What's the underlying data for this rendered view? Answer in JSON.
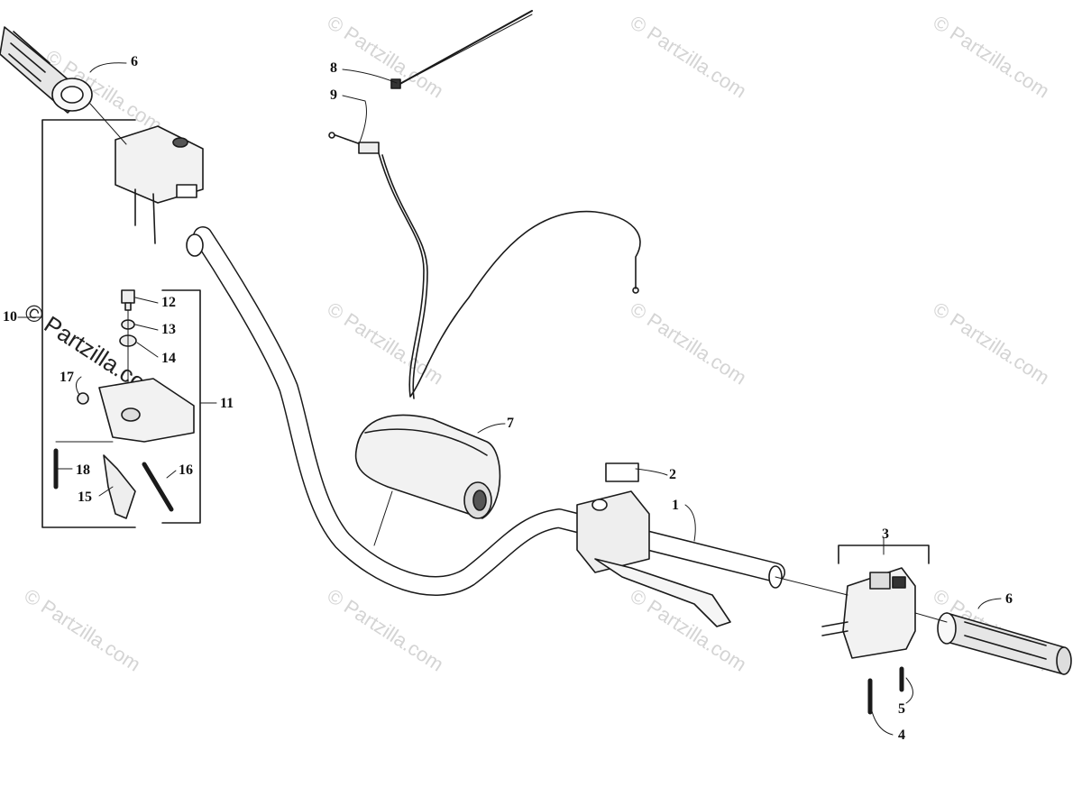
{
  "diagram": {
    "watermark_text": "© Partzilla.com",
    "watermark_emphasis": "© Partzilla.com",
    "callouts": {
      "c1": "1",
      "c2": "2",
      "c3": "3",
      "c4": "4",
      "c5": "5",
      "c6a": "6",
      "c6b": "6",
      "c7": "7",
      "c8": "8",
      "c9": "9",
      "c10": "10",
      "c11": "11",
      "c12": "12",
      "c13": "13",
      "c14": "14",
      "c15": "15",
      "c16": "16",
      "c17": "17",
      "c18": "18"
    },
    "line_color": "#1a1a1a",
    "part_fill": "#f2f2f2"
  }
}
